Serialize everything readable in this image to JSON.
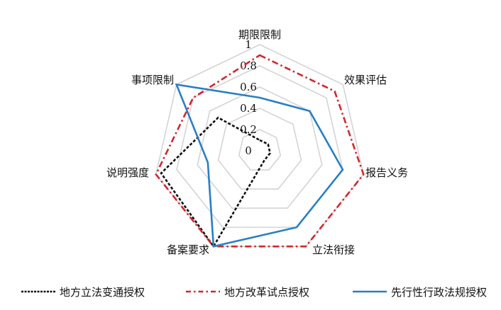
{
  "chart_data": {
    "type": "radar",
    "title": "",
    "categories": [
      "期限限制",
      "效果评估",
      "报告义务",
      "立法衔接",
      "备案要求",
      "说明强度",
      "事项限制"
    ],
    "rlim": [
      0,
      1
    ],
    "rticks": [
      "0",
      "0.2",
      "0.4",
      "0.6",
      "0.8",
      "1"
    ],
    "rtick_values": [
      0,
      0.2,
      0.4,
      0.6,
      0.8,
      1
    ],
    "grid": true,
    "legend_position": "bottom",
    "series": [
      {
        "name": "地方立法变通授权",
        "color": "#111111",
        "style": "dashed",
        "values": [
          0.1,
          0.1,
          0.1,
          0.1,
          1,
          0.95,
          0.5
        ]
      },
      {
        "name": "地方改革试点授权",
        "color": "#d0282e",
        "style": "dashdot",
        "values": [
          0.9,
          0.9,
          1,
          1,
          1,
          1,
          0.8
        ]
      },
      {
        "name": "先行性行政法规授权",
        "color": "#2a7fc4",
        "style": "solid",
        "values": [
          0.5,
          0.6,
          0.8,
          0.8,
          1,
          0.5,
          1
        ]
      }
    ]
  }
}
